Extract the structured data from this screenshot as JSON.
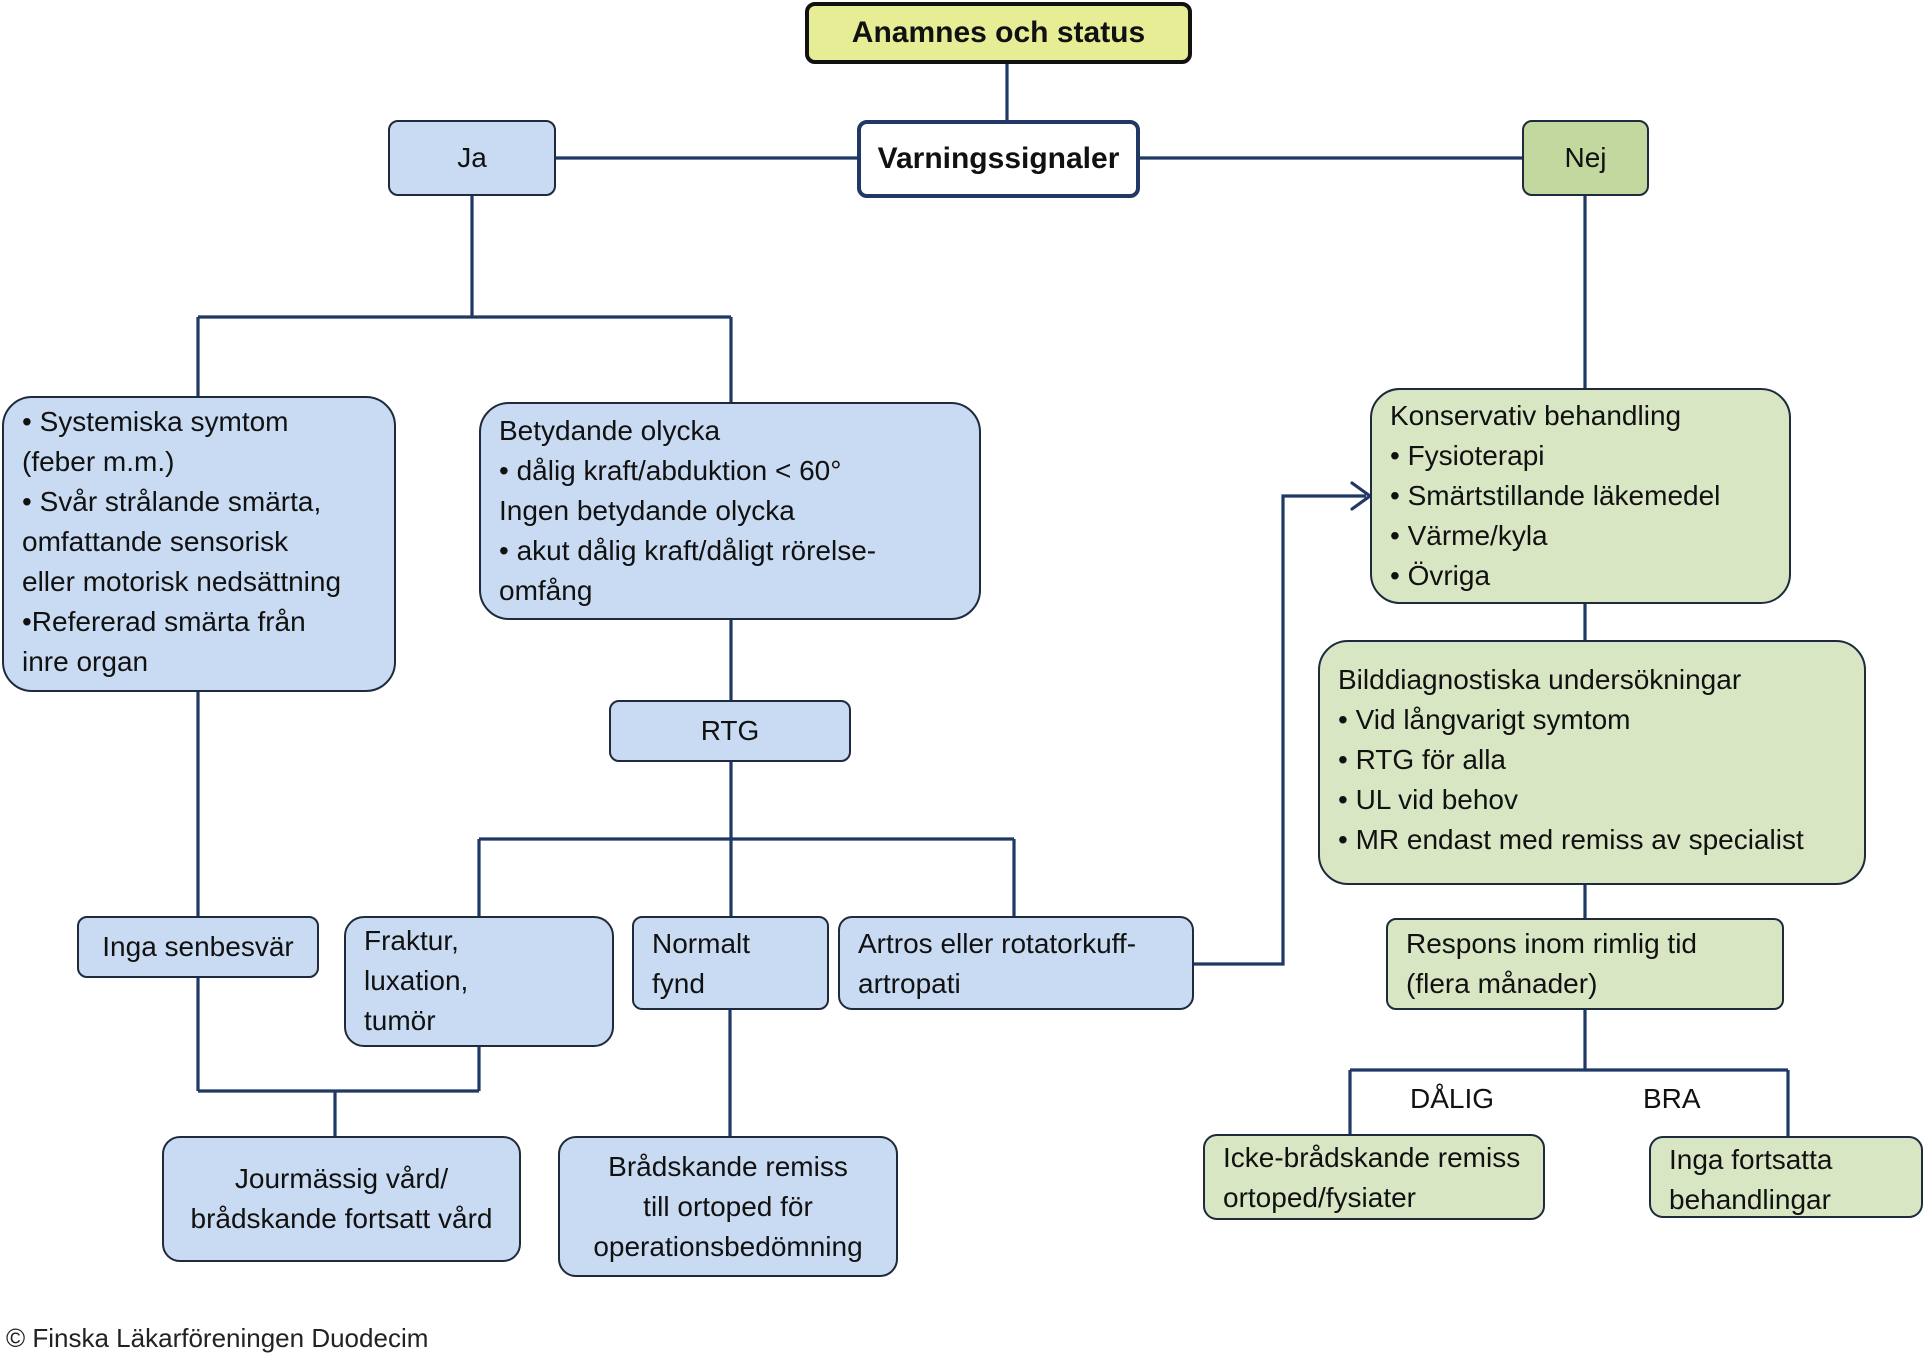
{
  "nodes": {
    "start": "Anamnes och status",
    "warning": "Varningssignaler",
    "yes": "Ja",
    "no": "Nej",
    "systemic": [
      "• Systemiska symtom",
      "(feber m.m.)",
      "• Svår strålande smärta,",
      "omfattande sensorisk",
      "eller motorisk nedsättning",
      "•Refererad smärta från",
      "inre organ"
    ],
    "accident": [
      "Betydande olycka",
      "• dålig kraft/abduktion < 60°",
      "Ingen betydande olycka",
      "• akut dålig kraft/dåligt rörelse-",
      "omfång"
    ],
    "xray": "RTG",
    "no_tendon": "Inga senbesvär",
    "fracture": [
      "Fraktur,",
      "luxation,",
      "tumör"
    ],
    "normal": [
      "Normalt",
      "fynd"
    ],
    "arthrosis": [
      "Artros eller rotatorkuff-",
      "artropati"
    ],
    "emergency": [
      "Jourmässig vård/",
      "brådskande fortsatt vård"
    ],
    "urgent_referral": [
      "Brådskande remiss",
      "till ortoped för",
      "operationsbedömning"
    ],
    "conservative": [
      "Konservativ behandling",
      "• Fysioterapi",
      "• Smärtstillande läkemedel",
      "• Värme/kyla",
      "• Övriga"
    ],
    "imaging": [
      "Bilddiagnostiska undersökningar",
      "• Vid långvarigt symtom",
      "• RTG för alla",
      "• UL vid behov",
      "• MR endast med remiss av specialist"
    ],
    "response": [
      "Respons inom rimlig tid",
      "(flera månader)"
    ],
    "nonurgent_referral": [
      "Icke-brådskande remiss",
      "ortoped/fysiater"
    ],
    "no_further": [
      "Inga fortsatta",
      "behandlingar"
    ]
  },
  "edge_labels": {
    "bad": "DÅLIG",
    "good": "BRA"
  },
  "footer": {
    "copyright": "© Finska Läkarföreningen Duodecim"
  },
  "colors": {
    "connector": "#1f3864",
    "blue_fill": "#c9dbf2",
    "green_fill": "#d8e6c4",
    "green_dark_fill": "#c3d89e",
    "yellow_fill": "#e6ed94"
  }
}
